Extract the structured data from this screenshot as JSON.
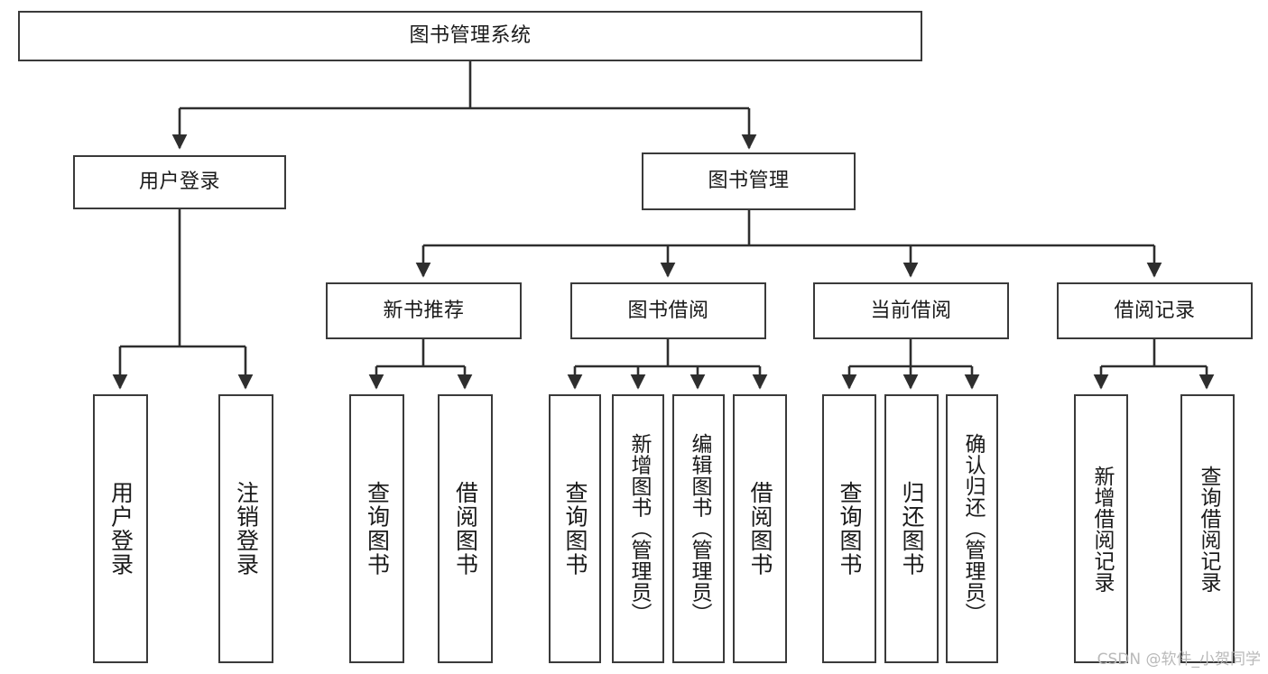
{
  "diagram": {
    "title": "图书管理系统",
    "type": "tree",
    "watermark": "CSDN @软件_小贺同学",
    "colors": {
      "background": "#ffffff",
      "node_fill": "#ffffff",
      "node_border": "#3a3a3a",
      "edge": "#2e2e2e",
      "text": "#1a1a1a",
      "watermark": "#b9b9b9"
    },
    "nodes": {
      "root": {
        "label": "图书管理系统"
      },
      "l2": [
        {
          "id": "user_login",
          "label": "用户登录"
        },
        {
          "id": "book_mgmt",
          "label": "图书管理"
        }
      ],
      "l3": [
        {
          "id": "new_book_rec",
          "label": "新书推荐"
        },
        {
          "id": "book_borrow",
          "label": "图书借阅"
        },
        {
          "id": "current_borrow",
          "label": "当前借阅"
        },
        {
          "id": "borrow_record",
          "label": "借阅记录"
        }
      ],
      "leaves": [
        {
          "id": "leaf_user_login",
          "label": "用户登录",
          "parent": "user_login"
        },
        {
          "id": "leaf_logout",
          "label": "注销登录",
          "parent": "user_login"
        },
        {
          "id": "leaf_query_book_1",
          "label": "查询图书",
          "parent": "new_book_rec"
        },
        {
          "id": "leaf_borrow_book_1",
          "label": "借阅图书",
          "parent": "new_book_rec"
        },
        {
          "id": "leaf_query_book_2",
          "label": "查询图书",
          "parent": "book_borrow"
        },
        {
          "id": "leaf_add_book",
          "label": "新增图书（管理员）",
          "parent": "book_borrow"
        },
        {
          "id": "leaf_edit_book",
          "label": "编辑图书（管理员）",
          "parent": "book_borrow"
        },
        {
          "id": "leaf_borrow_book_2",
          "label": "借阅图书",
          "parent": "book_borrow"
        },
        {
          "id": "leaf_query_book_3",
          "label": "查询图书",
          "parent": "current_borrow"
        },
        {
          "id": "leaf_return_book",
          "label": "归还图书",
          "parent": "current_borrow"
        },
        {
          "id": "leaf_confirm_return",
          "label": "确认归还（管理员）",
          "parent": "current_borrow"
        },
        {
          "id": "leaf_add_record",
          "label": "新增借阅记录",
          "parent": "borrow_record"
        },
        {
          "id": "leaf_query_record",
          "label": "查询借阅记录",
          "parent": "borrow_record"
        }
      ]
    }
  }
}
